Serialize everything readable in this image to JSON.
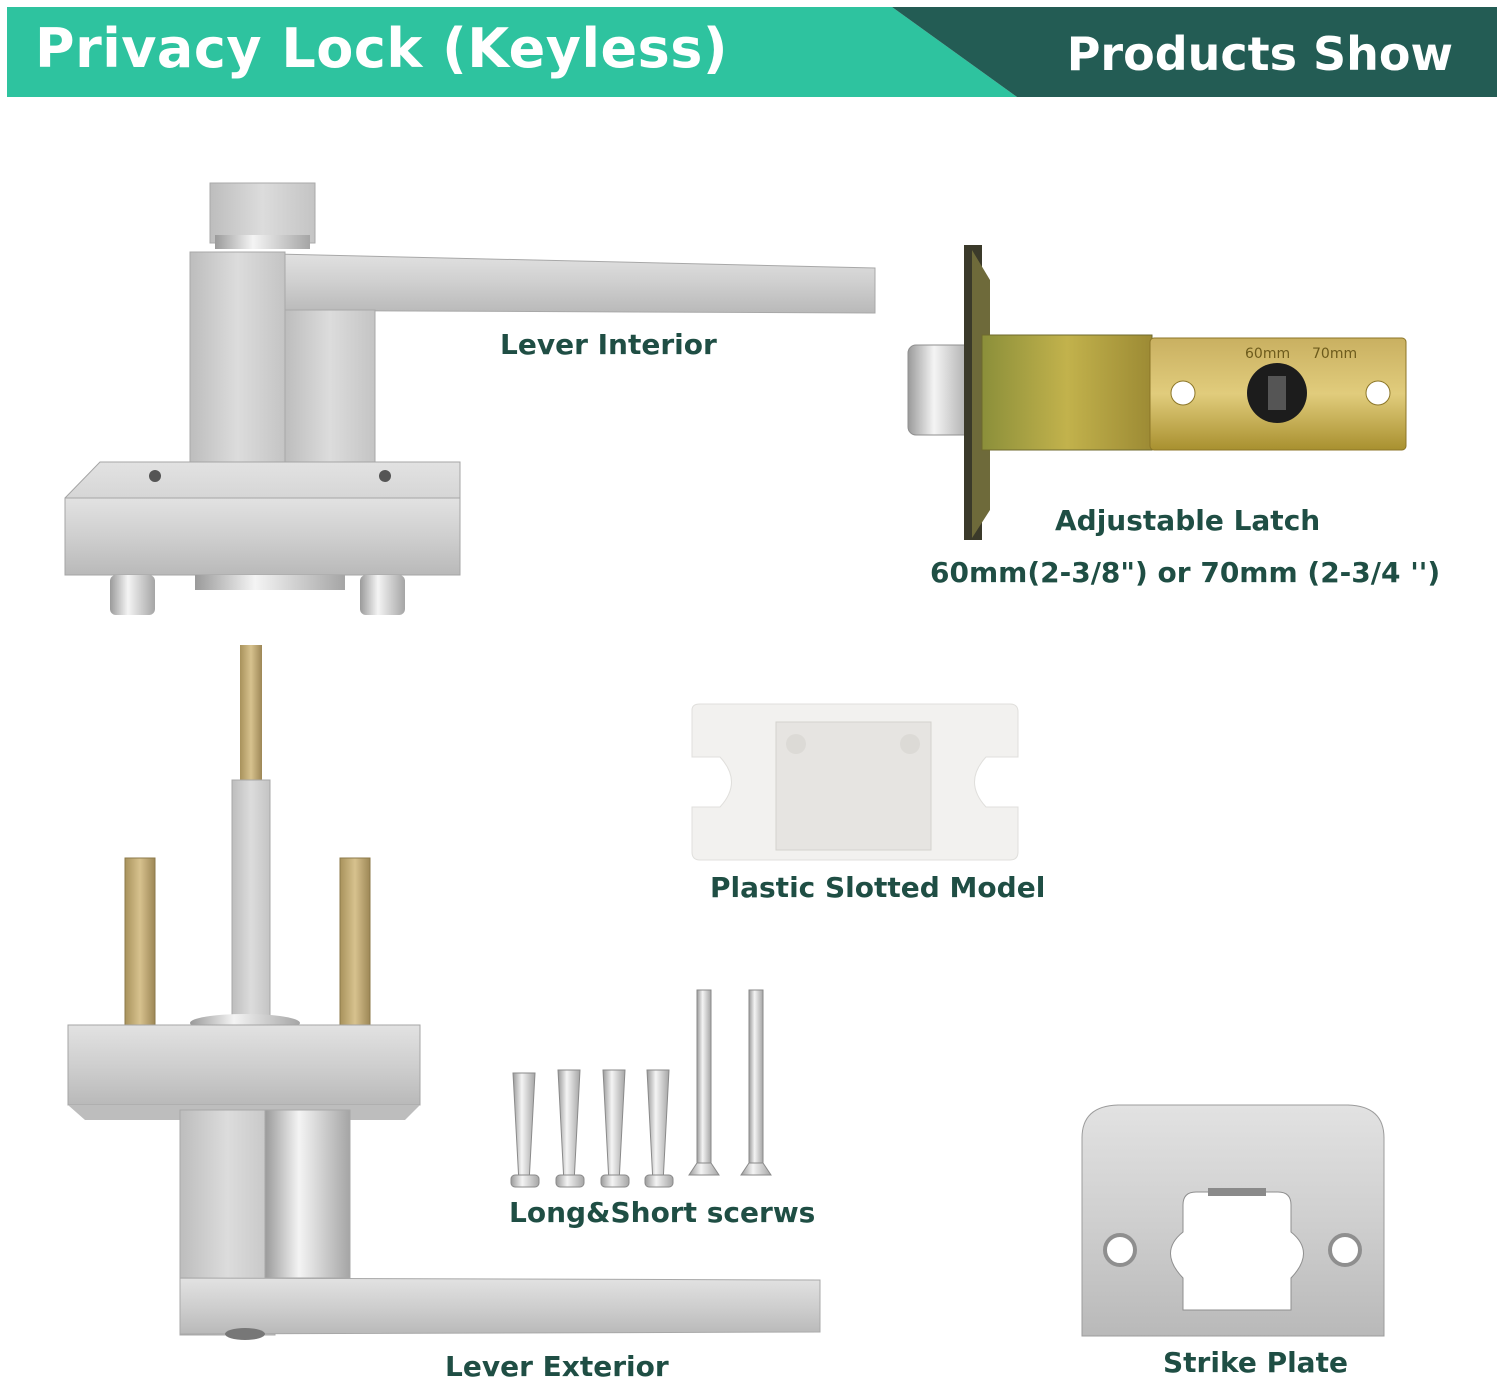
{
  "header": {
    "title": "Privacy Lock (Keyless)",
    "section": "Products Show"
  },
  "colors": {
    "banner_left": "#2ec39f",
    "banner_right": "#235c54",
    "label_text": "#1f4e44"
  },
  "parts": {
    "lever_interior": "Lever Interior",
    "adjustable_latch": "Adjustable Latch",
    "latch_sizes": "60mm(2-3/8\") or 70mm (2-3/4 '')",
    "plastic_slotted_model": "Plastic Slotted Model",
    "screws": "Long&Short scerws",
    "lever_exterior": "Lever Exterior",
    "strike_plate": "Strike Plate"
  },
  "latch_stamp": {
    "left": "60mm",
    "right": "70mm"
  }
}
